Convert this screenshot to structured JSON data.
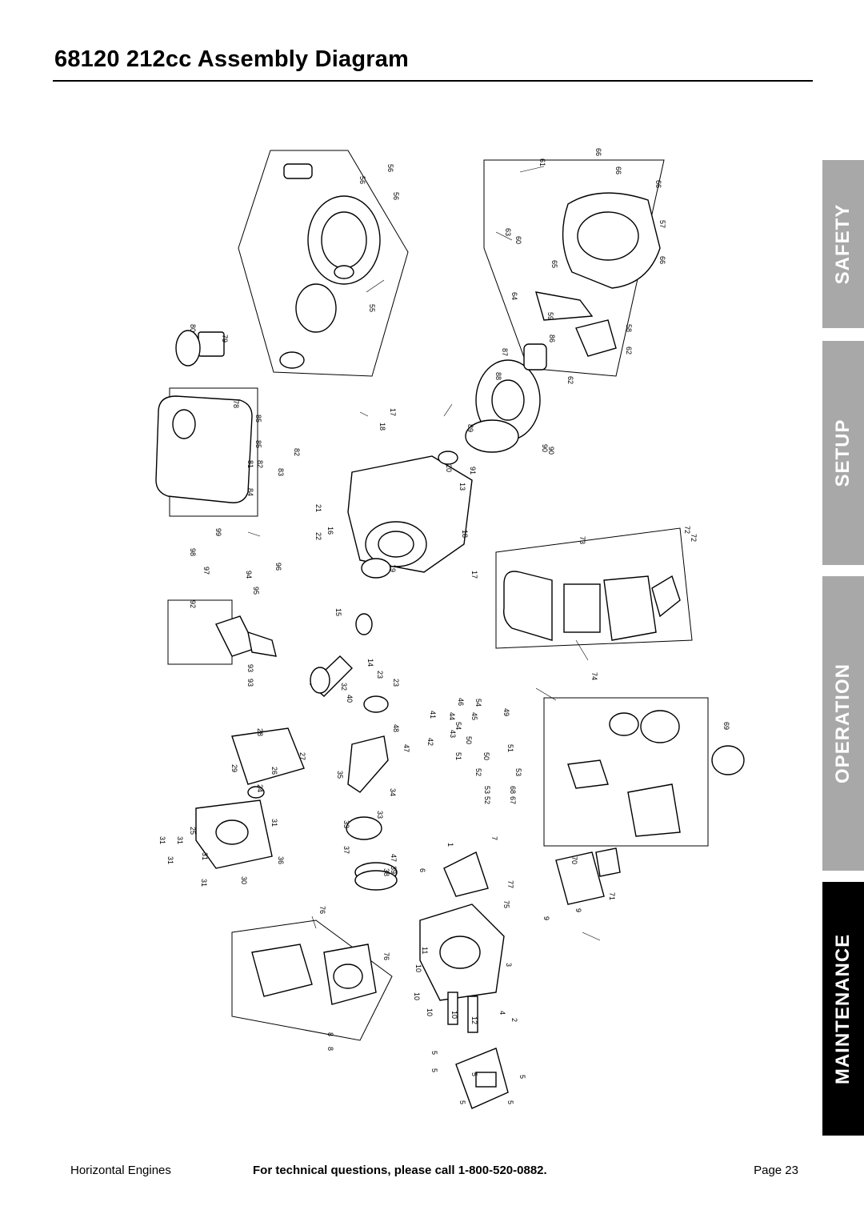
{
  "page": {
    "title": "68120 212cc Assembly Diagram",
    "footer_left": "Horizontal Engines",
    "footer_center": "For technical questions, please call 1-800-520-0882.",
    "footer_right": "Page 23"
  },
  "tabs": [
    {
      "label": "SAFETY",
      "active": false
    },
    {
      "label": "SETUP",
      "active": false
    },
    {
      "label": "OPERATION",
      "active": false
    },
    {
      "label": "MAINTENANCE",
      "active": true
    }
  ],
  "colors": {
    "tab_inactive": "#a8a8a8",
    "tab_active": "#000000",
    "tab_text": "#ffffff"
  },
  "part_numbers": [
    "56",
    "56",
    "56",
    "66",
    "61",
    "66",
    "66",
    "57",
    "63",
    "60",
    "65",
    "66",
    "55",
    "64",
    "59",
    "86",
    "58",
    "62",
    "87",
    "62",
    "80",
    "79",
    "88",
    "78",
    "85",
    "89",
    "85",
    "81",
    "82",
    "82",
    "83",
    "84",
    "17",
    "18",
    "20",
    "90",
    "90",
    "91",
    "13",
    "21",
    "16",
    "22",
    "99",
    "98",
    "97",
    "94",
    "96",
    "95",
    "19",
    "18",
    "73",
    "72",
    "72",
    "17",
    "15",
    "92",
    "14",
    "23",
    "23",
    "93",
    "93",
    "32",
    "40",
    "74",
    "28",
    "27",
    "29",
    "26",
    "25",
    "24",
    "31",
    "31",
    "31",
    "31",
    "31",
    "31",
    "30",
    "36",
    "35",
    "33",
    "34",
    "33",
    "37",
    "38",
    "39",
    "47",
    "48",
    "47",
    "42",
    "41",
    "46",
    "44",
    "54",
    "43",
    "54",
    "50",
    "45",
    "49",
    "50",
    "51",
    "51",
    "52",
    "53",
    "53",
    "52",
    "68",
    "67",
    "69",
    "70",
    "71",
    "9",
    "9",
    "1",
    "7",
    "6",
    "77",
    "75",
    "76",
    "76",
    "8",
    "8",
    "11",
    "10",
    "10",
    "10",
    "10",
    "12",
    "4",
    "3",
    "2",
    "5",
    "5",
    "5",
    "5"
  ]
}
